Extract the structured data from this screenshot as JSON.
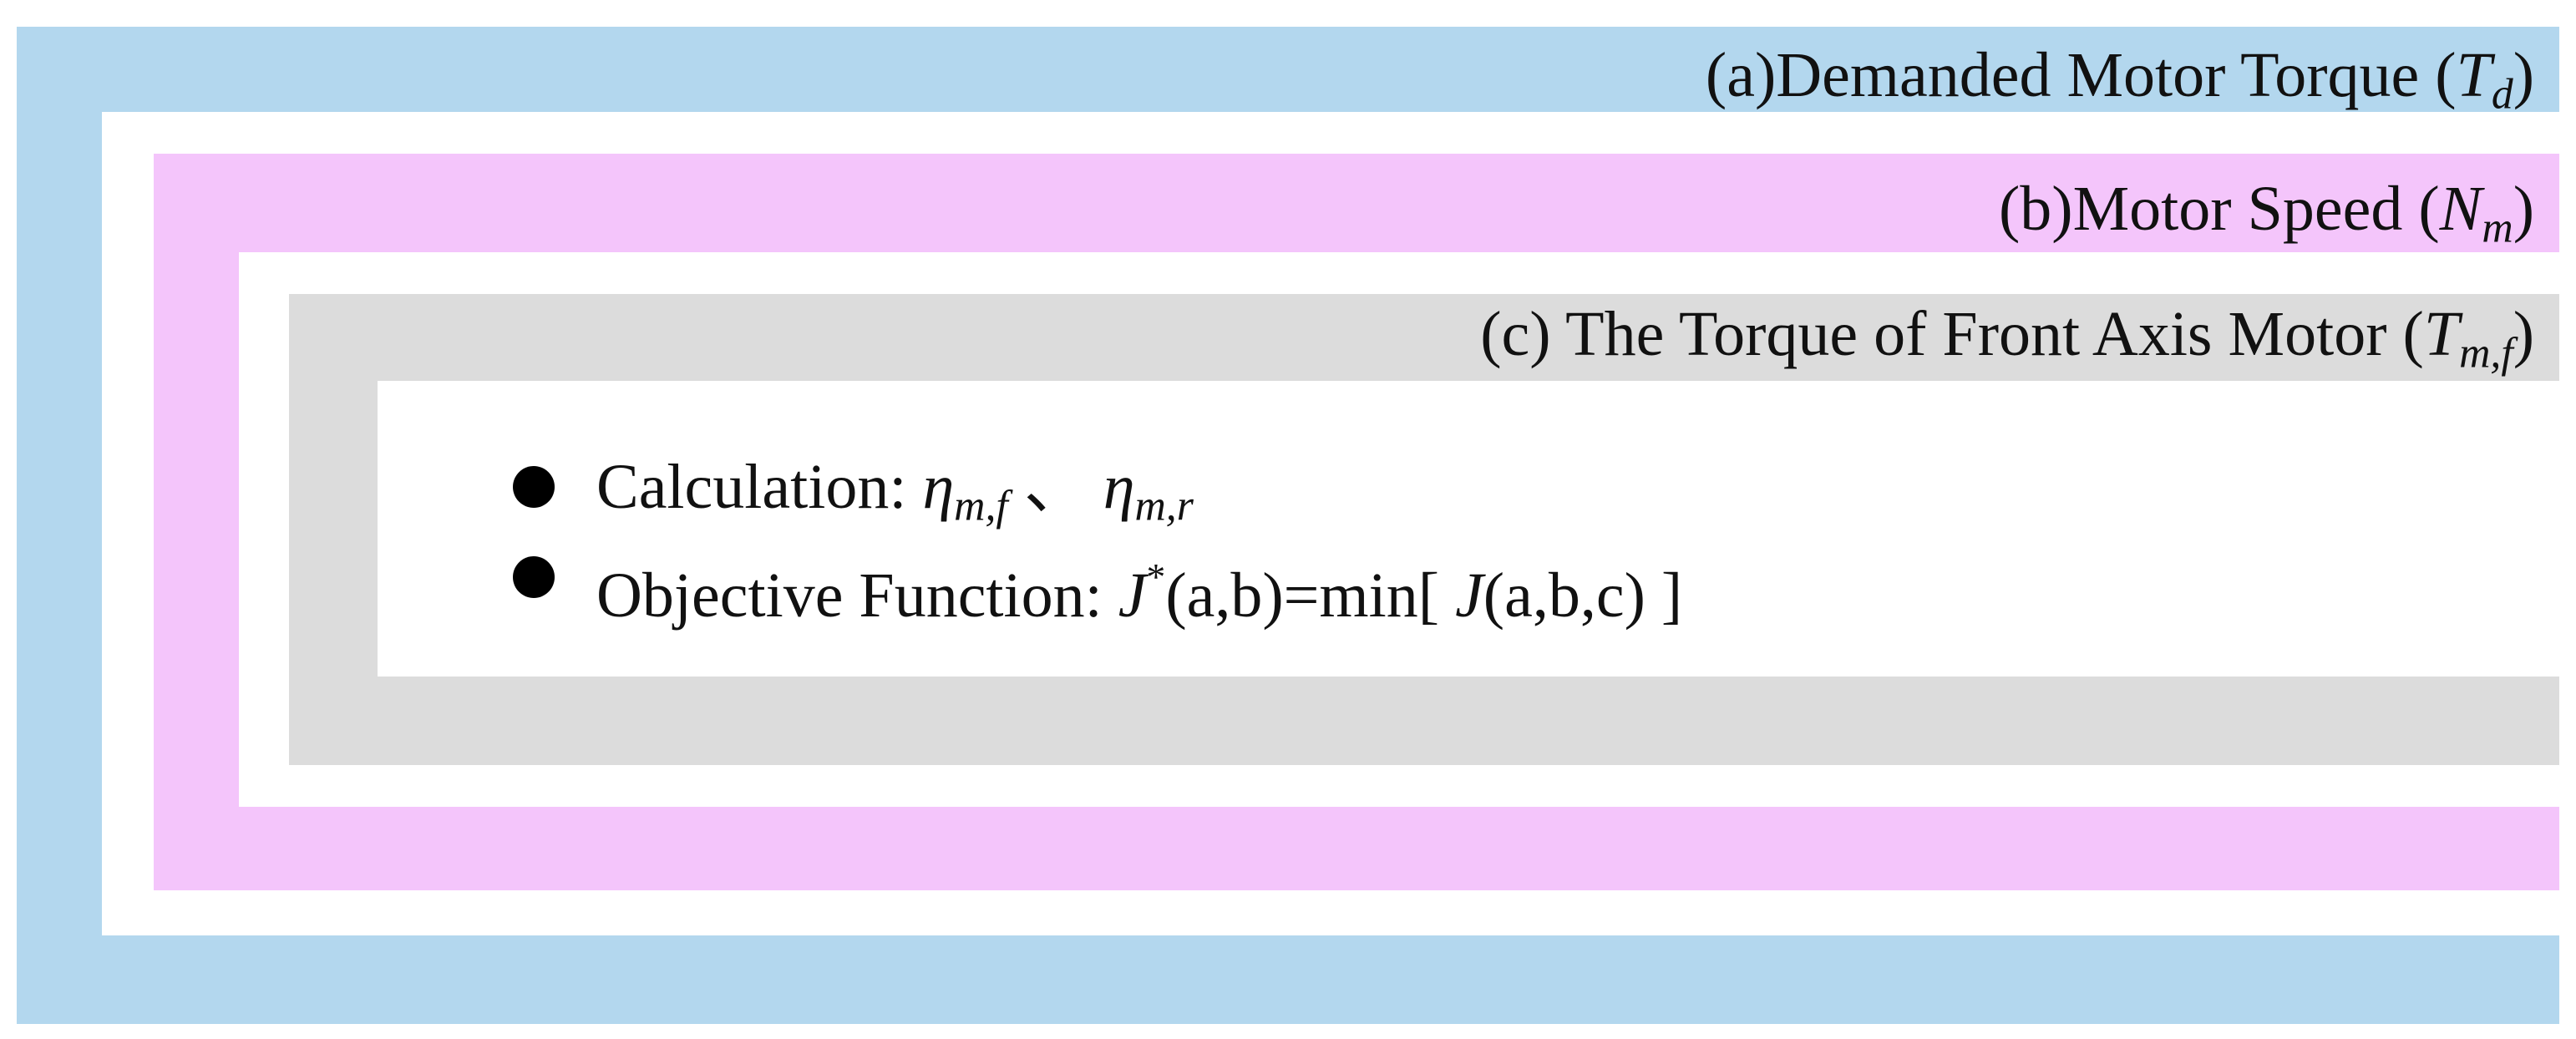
{
  "diagram": {
    "colors": {
      "outer_a": "#b3d7ee",
      "middle_b": "#f4c5fb",
      "inner_c": "#dcdcdc",
      "background": "#ffffff"
    },
    "layer_a": {
      "prefix": "(a)Demanded Motor Torque (",
      "var": "T",
      "sub": "d",
      "suffix": ")"
    },
    "layer_b": {
      "prefix": "(b)Motor Speed (",
      "var": "N",
      "sub": "m",
      "suffix": ")"
    },
    "layer_c": {
      "prefix": "(c) The Torque of Front Axis Motor (",
      "var": "T",
      "sub": "m,f",
      "suffix": ")"
    },
    "bullets": [
      {
        "label": "Calculation: ",
        "eta1": "η",
        "eta1_sub": "m,f",
        "separator": " 、 ",
        "eta2": "η",
        "eta2_sub": "m,r"
      },
      {
        "label": "Objective Function: ",
        "j1": "J",
        "j1_sup": "*",
        "mid": "(a,b)=min[ ",
        "j2": "J",
        "end": "(a,b,c) ]"
      }
    ]
  }
}
